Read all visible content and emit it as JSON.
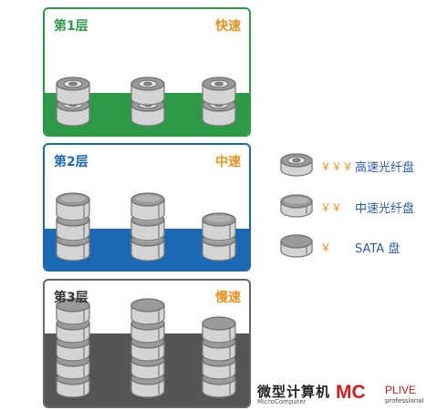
{
  "tiers": [
    {
      "title": "第1层",
      "speed": "快速",
      "color": "#2e9a48",
      "disk": "rings",
      "stacks": [
        2,
        2,
        2
      ]
    },
    {
      "title": "第2层",
      "speed": "中速",
      "color": "#1b69b3",
      "disk": "notch",
      "stacks": [
        3,
        3,
        2
      ]
    },
    {
      "title": "第3层",
      "speed": "慢速",
      "color": "#555555",
      "disk": "plain",
      "stacks": [
        5,
        5,
        4
      ]
    }
  ],
  "legend": [
    {
      "mark": "￥￥￥",
      "label": "高速光纤盘",
      "disk": "rings"
    },
    {
      "mark": "￥￥",
      "label": "中速光纤盘",
      "disk": "notch"
    },
    {
      "mark": "￥",
      "label": "SATA 盘",
      "disk": "plain"
    }
  ],
  "brand": {
    "cn": "微型计算机",
    "en": "MicroComputer",
    "logo": "MC",
    "live": "PLIVE",
    "pro": "professional"
  },
  "colors": {
    "title_green": "#2e9a48",
    "title_blue": "#1b69b3",
    "title_dark": "#333333",
    "accent": "#e8921e"
  }
}
